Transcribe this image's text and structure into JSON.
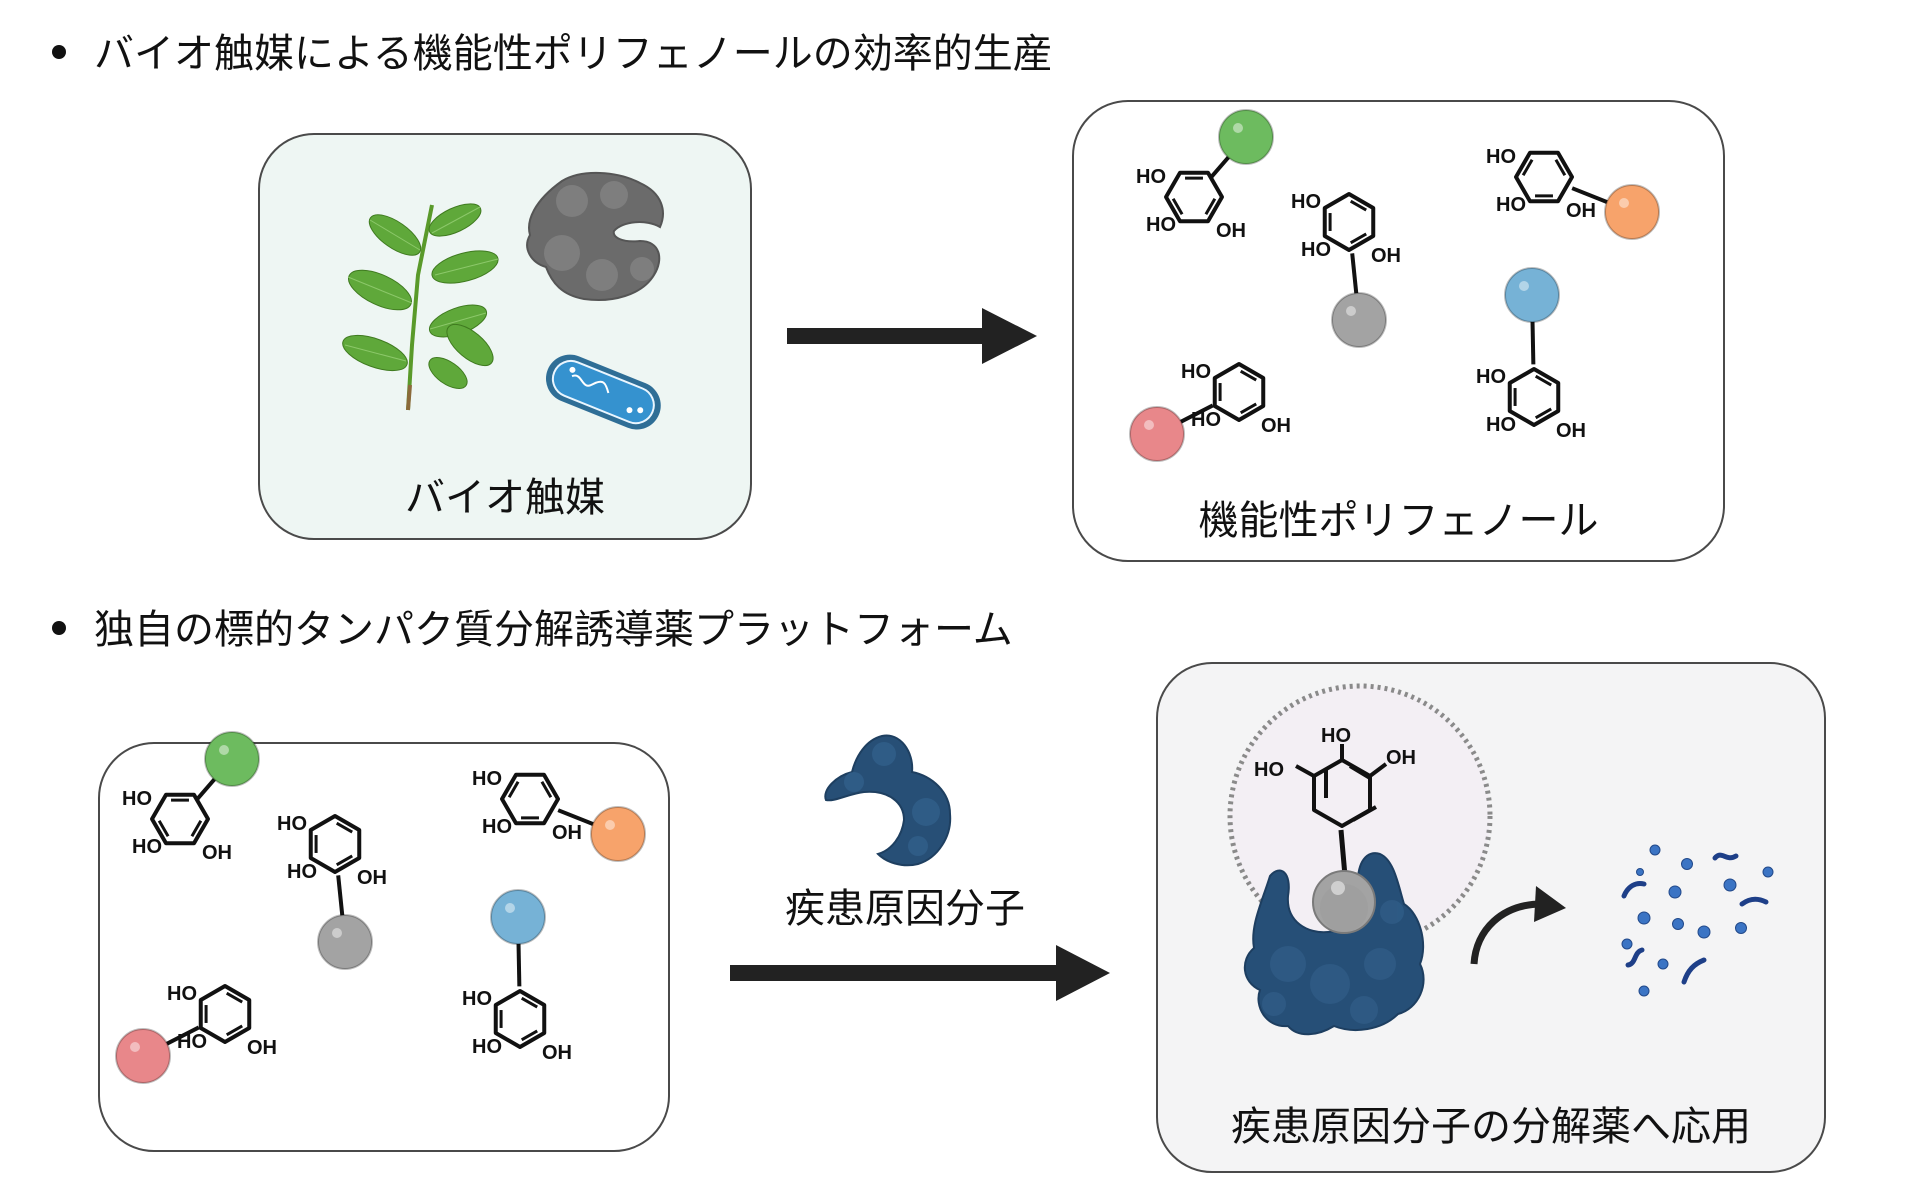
{
  "sections": [
    {
      "heading": "バイオ触媒による機能性ポリフェノールの効率的生産",
      "left_box": {
        "label": "バイオ触媒",
        "icons": [
          "tea-plant-icon",
          "enzyme-icon",
          "bacterium-icon"
        ],
        "background": "#eef6f3"
      },
      "right_box": {
        "label": "機能性ポリフェノール",
        "background": "#ffffff"
      }
    },
    {
      "heading": "独自の標的タンパク質分解誘導薬プラットフォーム",
      "left_box": {
        "background": "#ffffff"
      },
      "arrow_label": "疾患原因分子",
      "right_box": {
        "label": "疾患原因分子の分解薬へ応用",
        "background": "#f4f4f5"
      }
    }
  ],
  "molecule": {
    "hydroxyl_label_left": "HO",
    "hydroxyl_label_right": "OH"
  },
  "colors": {
    "green": "#6dbb5f",
    "gray": "#a3a3a3",
    "orange": "#f7a36b",
    "red": "#e8878a",
    "blue": "#76b2d6",
    "protein": "#234d74",
    "enzyme": "#6f6f6f",
    "bacterium": "#3591cf",
    "arrow": "#222222"
  }
}
